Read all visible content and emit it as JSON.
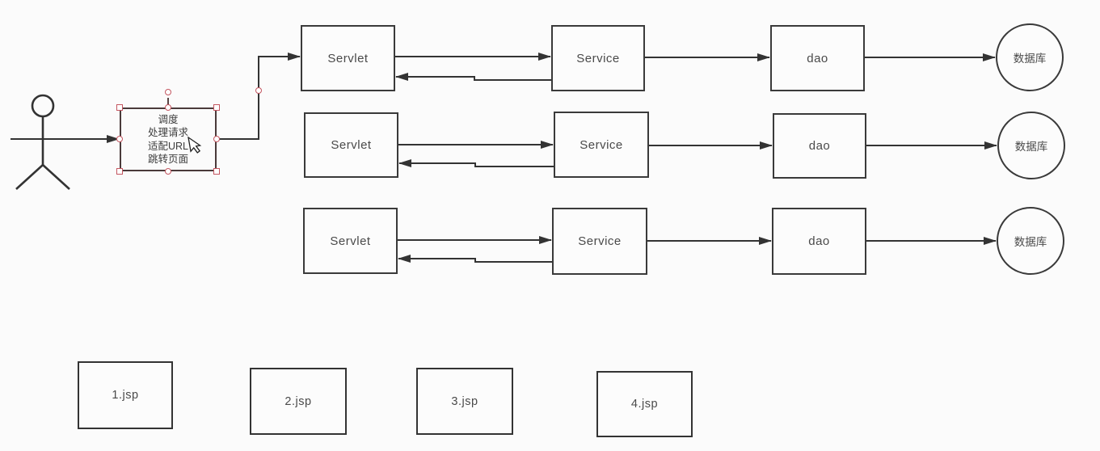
{
  "colors": {
    "line": "#333333",
    "selection": "#c45660",
    "shape_border": "#3a3a3a",
    "background": "#fbfbfb"
  },
  "note": {
    "lines": [
      "调度",
      "处理请求",
      "适配URL",
      "跳转页面"
    ],
    "selected": true
  },
  "rows": [
    {
      "servlet": "Servlet",
      "service": "Service",
      "dao": "dao",
      "database": "数据库"
    },
    {
      "servlet": "Servlet",
      "service": "Service",
      "dao": "dao",
      "database": "数据库"
    },
    {
      "servlet": "Servlet",
      "service": "Service",
      "dao": "dao",
      "database": "数据库"
    }
  ],
  "jsp_pages": [
    {
      "label": "1.jsp"
    },
    {
      "label": "2.jsp"
    },
    {
      "label": "3.jsp"
    },
    {
      "label": "4.jsp"
    }
  ]
}
